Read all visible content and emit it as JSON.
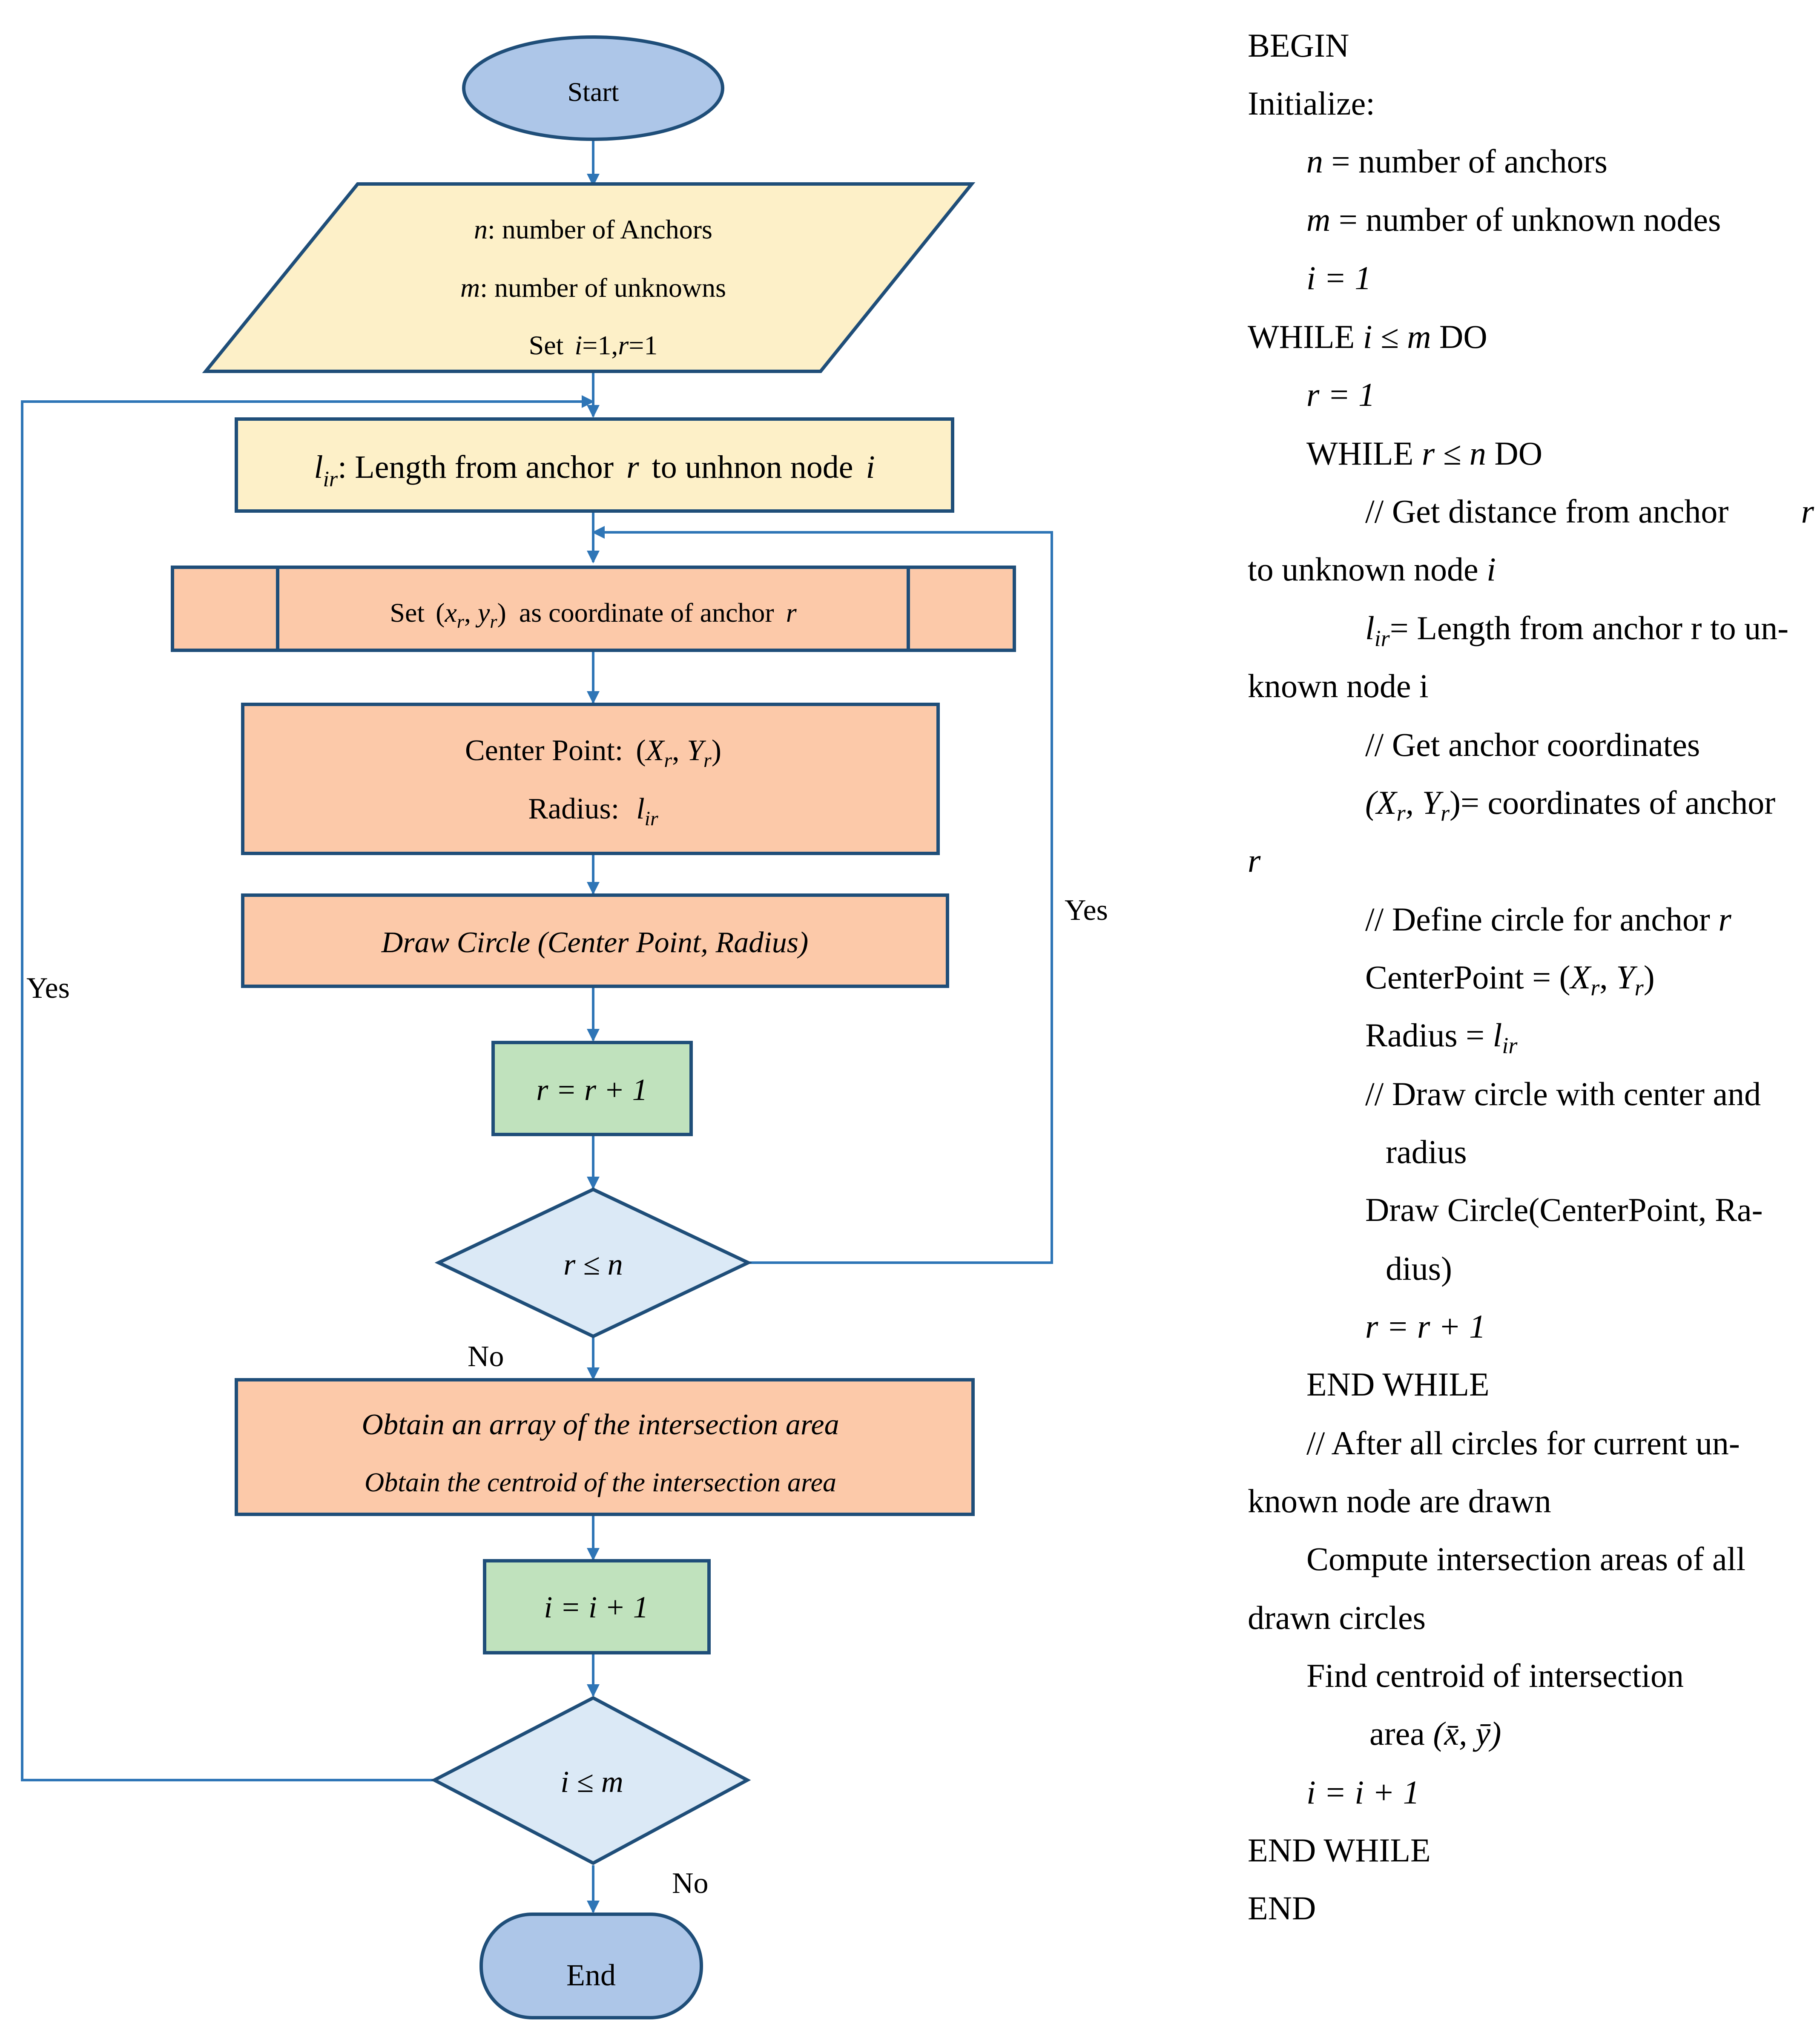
{
  "flowchart": {
    "start_label": "Start",
    "input": {
      "line1_var": "n",
      "line1_text": ": number of Anchors",
      "line2_var": "m",
      "line2_text": ": number of unknowns",
      "line3_prefix": "Set",
      "line3_i": "i",
      "line3_mid": "=1,",
      "line3_r": "r",
      "line3_end": "=1"
    },
    "length_box": {
      "var": "l",
      "sub": "ir",
      "text": ": Length from anchor",
      "r": "r",
      "text2": "to unhnon node",
      "i": "i"
    },
    "set_coord": {
      "prefix": "Set",
      "x": "x",
      "y": "y",
      "sub": "r",
      "text": "as coordinate of anchor",
      "r": "r"
    },
    "center_box": {
      "label1": "Center Point:",
      "X": "X",
      "Y": "Y",
      "sub": "r",
      "label2": "Radius:",
      "l": "l",
      "lsub": "ir"
    },
    "draw_circle": "Draw Circle (Center Point, Radius)",
    "r_increment": "r = r + 1",
    "r_condition": "r ≤ n",
    "intersect_line1": "Obtain an array of the intersection area",
    "intersect_line2": "Obtain the centroid of the intersection area",
    "i_increment": "i = i + 1",
    "i_condition": "i ≤ m",
    "end_label": "End",
    "yes_inner": "Yes",
    "yes_outer": "Yes",
    "no_inner": "No",
    "no_outer": "No"
  },
  "pseudocode": {
    "begin": "BEGIN",
    "initialize": "Initialize:",
    "n_var": "n",
    "n_def": "= number of anchors",
    "m_var": "m",
    "m_def": " = number of unknown nodes",
    "i_init": "i  =  1",
    "while_outer_kw": "WHILE",
    "while_outer_cond": "i ≤ m",
    "do_kw": "DO",
    "r_init": "r  =  1",
    "while_inner_kw": "WHILE",
    "while_inner_cond": "r ≤ n",
    "comment_distance_a": "// Get distance from anchor",
    "comment_distance_r": "r",
    "comment_distance_b": "to unknown node",
    "comment_distance_i": "i",
    "l_var": "l",
    "l_sub": "ir",
    "l_def_a": "= Length from anchor r to un-",
    "l_def_b": "known node i",
    "comment_coords": "// Get anchor coordinates",
    "coords_expr": "(X",
    "coords_def": "= coordinates of anchor",
    "coords_r": "r",
    "comment_circle": "// Define circle for anchor",
    "comment_circle_r": "r",
    "centerpoint_kw": "CenterPoint =",
    "radius_kw": "Radius =",
    "comment_draw_a": "// Draw circle with center and",
    "comment_draw_b": "radius",
    "draw_call_a": "Draw   Circle(CenterPoint,  Ra-",
    "draw_call_b": "dius)",
    "r_incr": "r  =  r  +  1",
    "end_while_inner": "END WHILE",
    "comment_after_a": "// After all circles for current un-",
    "comment_after_b": "known node are drawn",
    "compute_a": "Compute intersection areas of all",
    "compute_b": "drawn circles",
    "find_a": "Find      centroid      of      intersection",
    "find_b": "area",
    "find_expr": "(x̄, ȳ)",
    "i_incr": "i  =  i  +  1",
    "end_while_outer": "END WHILE",
    "end": "END"
  },
  "colors": {
    "stroke": "#1f4e79",
    "arrow": "#2e75b6",
    "terminal": "#adc6e8",
    "input": "#fdf0c8",
    "process": "#fcc9a9",
    "increment": "#c0e2bd",
    "decision": "#dbe9f6"
  }
}
